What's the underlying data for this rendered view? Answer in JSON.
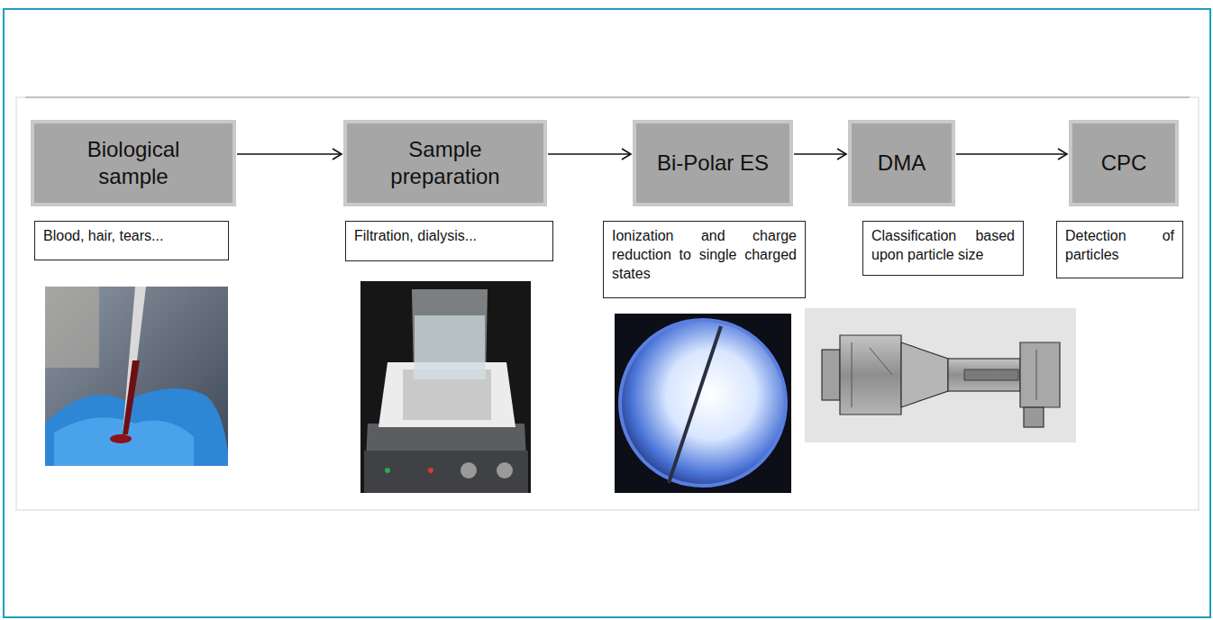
{
  "diagram": {
    "nodes": [
      {
        "text": [
          "Biological sample"
        ]
      },
      {
        "text": [
          "Sample preparation"
        ]
      },
      {
        "text": [
          "Bi-Polar ES"
        ]
      },
      {
        "text": [
          "DMA"
        ]
      },
      {
        "text": [
          "CPC"
        ]
      },
      {
        "text": [
          "Blood, hair, tears..."
        ]
      },
      {
        "text": [
          "Filtration, dialysis..."
        ]
      },
      {
        "text": [
          "Ionization and charge reduction to single charged states"
        ]
      },
      {
        "text": [
          "Classification based upon particle size"
        ]
      },
      {
        "text": [
          "Detection of particles"
        ]
      }
    ],
    "edges": [
      {
        "from": 0,
        "to": 1,
        "arrow": "to"
      },
      {
        "from": 1,
        "to": 2,
        "arrow": "to"
      },
      {
        "from": 2,
        "to": 3,
        "arrow": "to"
      },
      {
        "from": 3,
        "to": 4,
        "arrow": "to"
      }
    ]
  }
}
